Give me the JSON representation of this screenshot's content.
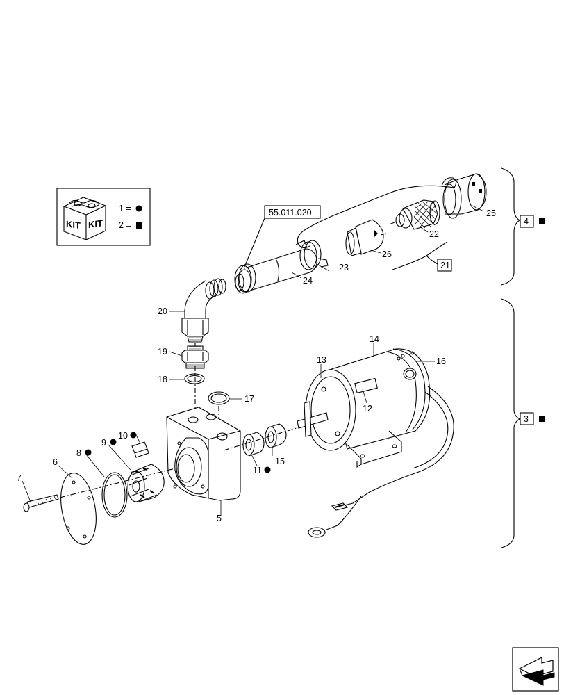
{
  "kit_legend": {
    "kit_label_left": "KIT",
    "kit_label_right": "KIT",
    "line1": "1 =",
    "line2": "2 ="
  },
  "reference_box": "55.011.020",
  "group_labels": {
    "group_21": "21",
    "group_4": "4",
    "group_3": "3"
  },
  "callouts": {
    "c5": "5",
    "c6": "6",
    "c7": "7",
    "c8": "8",
    "c9": "9",
    "c10": "10",
    "c11": "11",
    "c12": "12",
    "c13": "13",
    "c14": "14",
    "c15": "15",
    "c16": "16",
    "c17": "17",
    "c18": "18",
    "c19": "19",
    "c20": "20",
    "c22": "22",
    "c23": "23",
    "c24": "24",
    "c25": "25",
    "c26": "26"
  },
  "symbols": {
    "circle": "kit-1-circle-marker",
    "square": "kit-2-square-marker"
  },
  "icons": {
    "nav": "next-page-arrow-icon",
    "kit": "kit-box-icon"
  }
}
